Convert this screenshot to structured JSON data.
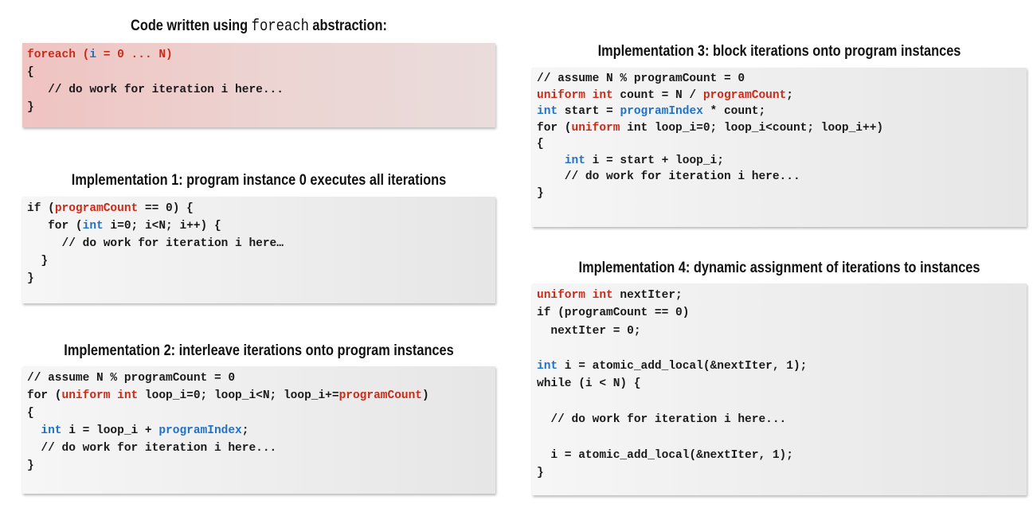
{
  "foreach_section": {
    "title_before": "Code written using ",
    "title_code": "foreach",
    "title_after": " abstraction:",
    "code": [
      [
        [
          "foreach (",
          "kw"
        ],
        [
          "i",
          "ty"
        ],
        [
          " = 0 ... N)",
          "kw"
        ]
      ],
      [
        [
          "{",
          ""
        ]
      ],
      [
        [
          "   // do work for iteration i here...",
          ""
        ]
      ],
      [
        [
          "}",
          ""
        ]
      ]
    ]
  },
  "impl1": {
    "title": "Implementation 1: program instance 0 executes all iterations",
    "code": [
      [
        [
          "if (",
          ""
        ],
        [
          "programCount",
          "kw"
        ],
        [
          " == 0) {",
          ""
        ]
      ],
      [
        [
          "   for (",
          ""
        ],
        [
          "int",
          "ty"
        ],
        [
          " i=0; i<N; i++) {",
          ""
        ]
      ],
      [
        [
          "     // do work for iteration i here…",
          ""
        ]
      ],
      [
        [
          "  }",
          ""
        ]
      ],
      [
        [
          "}",
          ""
        ]
      ]
    ]
  },
  "impl2": {
    "title": "Implementation 2: interleave iterations onto program instances",
    "code": [
      [
        [
          "// assume N % programCount = 0",
          ""
        ]
      ],
      [
        [
          "for (",
          ""
        ],
        [
          "uniform int",
          "kw"
        ],
        [
          " loop_i=0; loop_i<N; loop_i+=",
          ""
        ],
        [
          "programCount",
          "kw"
        ],
        [
          ")",
          ""
        ]
      ],
      [
        [
          "{",
          ""
        ]
      ],
      [
        [
          "  ",
          ""
        ],
        [
          "int",
          "ty"
        ],
        [
          " i = loop_i + ",
          ""
        ],
        [
          "programIndex",
          "ty"
        ],
        [
          ";",
          ""
        ]
      ],
      [
        [
          "  // do work for iteration i here...",
          ""
        ]
      ],
      [
        [
          "}",
          ""
        ]
      ]
    ]
  },
  "impl3": {
    "title": "Implementation 3: block iterations onto program instances",
    "code": [
      [
        [
          "// assume N % programCount = 0",
          ""
        ]
      ],
      [
        [
          "uniform int",
          "kw"
        ],
        [
          " count = N / ",
          ""
        ],
        [
          "programCount",
          "kw"
        ],
        [
          ";",
          ""
        ]
      ],
      [
        [
          "int",
          "ty"
        ],
        [
          " start = ",
          ""
        ],
        [
          "programIndex",
          "ty"
        ],
        [
          " * count;",
          ""
        ]
      ],
      [
        [
          "for (",
          ""
        ],
        [
          "uniform",
          "kw"
        ],
        [
          " int loop_i=0; loop_i<count; loop_i++)",
          ""
        ]
      ],
      [
        [
          "{",
          ""
        ]
      ],
      [
        [
          "    ",
          ""
        ],
        [
          "int",
          "ty"
        ],
        [
          " i = start + loop_i;",
          ""
        ]
      ],
      [
        [
          "    // do work for iteration i here...",
          ""
        ]
      ],
      [
        [
          "}",
          ""
        ]
      ]
    ]
  },
  "impl4": {
    "title": "Implementation 4: dynamic assignment of iterations to instances",
    "code": [
      [
        [
          "uniform int",
          "kw"
        ],
        [
          " nextIter;",
          ""
        ]
      ],
      [
        [
          "if (programCount == 0)",
          ""
        ]
      ],
      [
        [
          "  nextIter = 0;",
          ""
        ]
      ],
      [
        [
          "",
          ""
        ]
      ],
      [
        [
          "int",
          "ty"
        ],
        [
          " i = atomic_add_local(&nextIter, 1);",
          ""
        ]
      ],
      [
        [
          "while (i < N) {",
          ""
        ]
      ],
      [
        [
          "",
          ""
        ]
      ],
      [
        [
          "  // do work for iteration i here...",
          ""
        ]
      ],
      [
        [
          "",
          ""
        ]
      ],
      [
        [
          "  i = atomic_add_local(&nextIter, 1);",
          ""
        ]
      ],
      [
        [
          "}",
          ""
        ]
      ]
    ]
  }
}
